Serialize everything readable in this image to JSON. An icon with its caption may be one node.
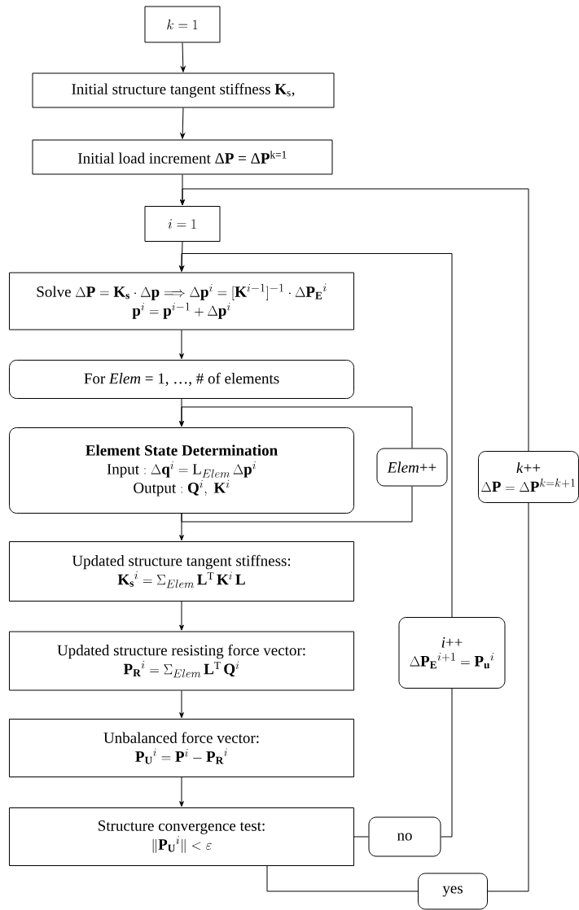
{
  "diagram": {
    "nodes": [
      {
        "text": [
          "k=1"
        ]
      },
      {
        "text": [
          "Initial structure tangent stiffness **K**$_{s}$,"
        ]
      },
      {
        "text": [
          "Initial load increment Δ**P** = Δ**P**$^{k=1}$"
        ]
      },
      {
        "text": [
          "i=1"
        ]
      },
      {
        "text": [
          "\\mathrm{Solve}\\ \\Delta\\mathbf{P}=\\mathbf{K_s}\\cdot\\Delta\\mathbf{p}\\Longrightarrow\\Delta\\mathbf{p}^i=[\\mathbf{K}^{i-1}]^{-1}\\cdot\\Delta\\mathbf{P_E}^i",
          "\\mathbf{p}^i=\\mathbf{p}^{i-1}+\\Delta\\mathbf{p}^i"
        ]
      },
      {
        "text": [
          "For *Elem* = 1, …, # of elements"
        ]
      },
      {
        "text": [
          "Element State Determination",
          "\\mathrm{Input:}\\ \\Delta\\mathbf{q}^i=\\mathrm{L}_{Elem}\\,\\Delta\\mathbf{p}^i",
          "\\mathrm{Output:}\\ \\mathbf{Q}^i,\\ \\mathbf{K}^i"
        ]
      },
      {
        "text": [
          "*Elem*++"
        ]
      },
      {
        "text": [
          "Updated structure tangent stiffness:",
          "\\mathbf{K_s}^i=\\Sigma_{Elem}\\,\\mathbf{L}^\\mathrm{T}\\,\\mathbf{K}^i\\,\\mathbf{L}"
        ]
      },
      {
        "text": [
          "Updated structure resisting force vector:",
          "\\mathbf{P_R}^i=\\Sigma_{Elem}\\,\\mathbf{L}^\\mathrm{T}\\,\\mathbf{Q}^i"
        ]
      },
      {
        "text": [
          "Unbalanced force vector:",
          "\\mathbf{P_U}^i=\\mathbf{P}^i-\\mathbf{P_R}^i"
        ]
      },
      {
        "text": [
          "Structure convergence test:",
          "\\|\\mathbf{P_U}^i\\|<\\varepsilon"
        ]
      },
      {
        "text": [
          "no"
        ]
      },
      {
        "text": [
          "*i*++",
          "\\Delta\\mathbf{P_E}^{i+1}=\\mathbf{P_u}^i"
        ]
      },
      {
        "text": [
          "yes"
        ]
      },
      {
        "text": [
          "*k*++",
          "\\Delta\\mathbf{P}=\\Delta\\mathbf{P}^{k=k+1}"
        ]
      }
    ],
    "edges": [
      {
        "from": 0,
        "to": 1,
        "arrow": "to"
      },
      {
        "from": 1,
        "to": 2,
        "arrow": "to"
      },
      {
        "from": 2,
        "to": 3,
        "arrow": "to"
      },
      {
        "from": 3,
        "to": 4,
        "arrow": "to"
      },
      {
        "from": 4,
        "to": 5,
        "arrow": "to"
      },
      {
        "from": 5,
        "to": 6,
        "arrow": "to"
      },
      {
        "from": 6,
        "to": 7,
        "arrow": "none"
      },
      {
        "from": 7,
        "to": 6,
        "arrow": "to"
      },
      {
        "from": 6,
        "to": 8,
        "arrow": "to"
      },
      {
        "from": 8,
        "to": 9,
        "arrow": "to"
      },
      {
        "from": 9,
        "to": 10,
        "arrow": "to"
      },
      {
        "from": 10,
        "to": 11,
        "arrow": "to"
      },
      {
        "from": 11,
        "to": 12,
        "arrow": "none"
      },
      {
        "from": 12,
        "to": 13,
        "arrow": "none"
      },
      {
        "from": 13,
        "to": 4,
        "arrow": "to"
      },
      {
        "from": 11,
        "to": 14,
        "arrow": "none"
      },
      {
        "from": 14,
        "to": 15,
        "arrow": "none"
      },
      {
        "from": 15,
        "to": 3,
        "arrow": "to"
      }
    ]
  }
}
